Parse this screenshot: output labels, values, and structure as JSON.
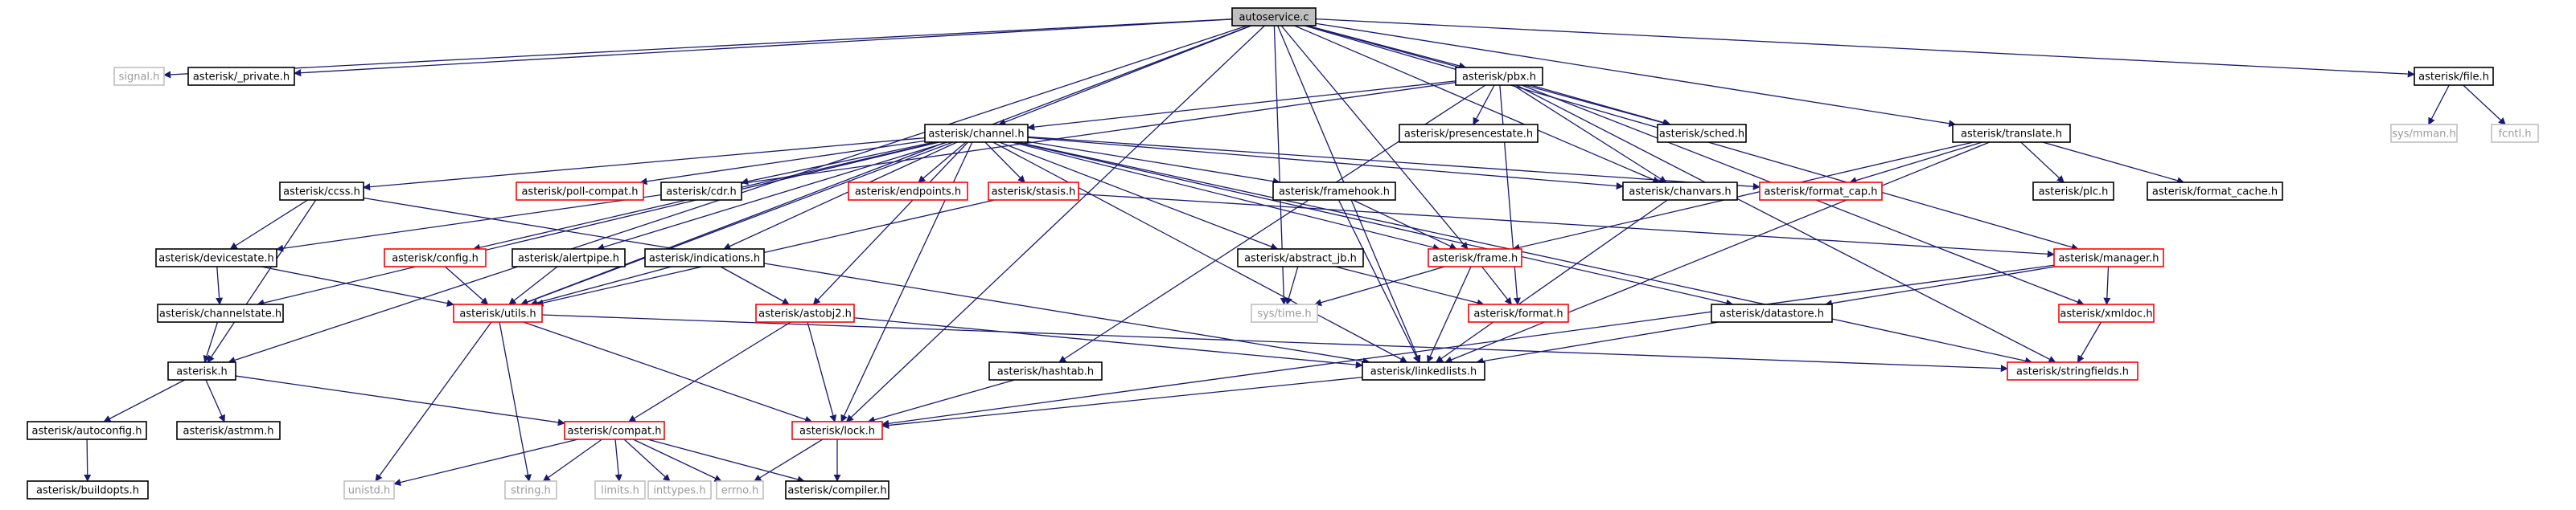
{
  "graph_title": "autoservice.c",
  "colors": {
    "root_fill": "#bfbfbf",
    "documented": "#000000",
    "missing_doc": "#ff0000",
    "system_header": "#bfbfbf",
    "edge": "#191970"
  },
  "nodes": {
    "autoservice_c": {
      "label": "autoservice.c",
      "kind": "root"
    },
    "signal_h": {
      "label": "signal.h",
      "kind": "system"
    },
    "ast_private": {
      "label": "asterisk/_private.h",
      "kind": "normal"
    },
    "pbx": {
      "label": "asterisk/pbx.h",
      "kind": "normal"
    },
    "file": {
      "label": "asterisk/file.h",
      "kind": "normal"
    },
    "channel": {
      "label": "asterisk/channel.h",
      "kind": "normal"
    },
    "presencestate": {
      "label": "asterisk/presencestate.h",
      "kind": "normal"
    },
    "sched": {
      "label": "asterisk/sched.h",
      "kind": "normal"
    },
    "translate": {
      "label": "asterisk/translate.h",
      "kind": "normal"
    },
    "sys_mman": {
      "label": "sys/mman.h",
      "kind": "system"
    },
    "fcntl": {
      "label": "fcntl.h",
      "kind": "system"
    },
    "ccss": {
      "label": "asterisk/ccss.h",
      "kind": "normal"
    },
    "poll_compat": {
      "label": "asterisk/poll-compat.h",
      "kind": "missing"
    },
    "cdr": {
      "label": "asterisk/cdr.h",
      "kind": "normal"
    },
    "endpoints": {
      "label": "asterisk/endpoints.h",
      "kind": "missing"
    },
    "stasis": {
      "label": "asterisk/stasis.h",
      "kind": "missing"
    },
    "framehook": {
      "label": "asterisk/framehook.h",
      "kind": "normal"
    },
    "chanvars": {
      "label": "asterisk/chanvars.h",
      "kind": "normal"
    },
    "format_cap": {
      "label": "asterisk/format_cap.h",
      "kind": "missing"
    },
    "plc": {
      "label": "asterisk/plc.h",
      "kind": "normal"
    },
    "format_cache": {
      "label": "asterisk/format_cache.h",
      "kind": "normal"
    },
    "devicestate": {
      "label": "asterisk/devicestate.h",
      "kind": "normal"
    },
    "config": {
      "label": "asterisk/config.h",
      "kind": "missing"
    },
    "alertpipe": {
      "label": "asterisk/alertpipe.h",
      "kind": "normal"
    },
    "indications": {
      "label": "asterisk/indications.h",
      "kind": "normal"
    },
    "abstract_jb": {
      "label": "asterisk/abstract_jb.h",
      "kind": "normal"
    },
    "frame": {
      "label": "asterisk/frame.h",
      "kind": "missing"
    },
    "manager": {
      "label": "asterisk/manager.h",
      "kind": "missing"
    },
    "channelstate": {
      "label": "asterisk/channelstate.h",
      "kind": "normal"
    },
    "utils": {
      "label": "asterisk/utils.h",
      "kind": "missing"
    },
    "astobj2": {
      "label": "asterisk/astobj2.h",
      "kind": "missing"
    },
    "sys_time": {
      "label": "sys/time.h",
      "kind": "system"
    },
    "format": {
      "label": "asterisk/format.h",
      "kind": "missing"
    },
    "datastore": {
      "label": "asterisk/datastore.h",
      "kind": "normal"
    },
    "xmldoc": {
      "label": "asterisk/xmldoc.h",
      "kind": "missing"
    },
    "asterisk_h": {
      "label": "asterisk.h",
      "kind": "normal"
    },
    "hashtab": {
      "label": "asterisk/hashtab.h",
      "kind": "normal"
    },
    "linkedlists": {
      "label": "asterisk/linkedlists.h",
      "kind": "normal"
    },
    "stringfields": {
      "label": "asterisk/stringfields.h",
      "kind": "missing"
    },
    "autoconfig": {
      "label": "asterisk/autoconfig.h",
      "kind": "normal"
    },
    "astmm": {
      "label": "asterisk/astmm.h",
      "kind": "normal"
    },
    "compat": {
      "label": "asterisk/compat.h",
      "kind": "missing"
    },
    "lock": {
      "label": "asterisk/lock.h",
      "kind": "missing"
    },
    "buildopts": {
      "label": "asterisk/buildopts.h",
      "kind": "normal"
    },
    "unistd": {
      "label": "unistd.h",
      "kind": "system"
    },
    "string_h": {
      "label": "string.h",
      "kind": "system"
    },
    "limits_h": {
      "label": "limits.h",
      "kind": "system"
    },
    "inttypes_h": {
      "label": "inttypes.h",
      "kind": "system"
    },
    "errno_h": {
      "label": "errno.h",
      "kind": "system"
    },
    "compiler": {
      "label": "asterisk/compiler.h",
      "kind": "normal"
    }
  },
  "edges": [
    [
      "autoservice_c",
      "signal_h"
    ],
    [
      "autoservice_c",
      "ast_private"
    ],
    [
      "autoservice_c",
      "pbx"
    ],
    [
      "autoservice_c",
      "file"
    ],
    [
      "autoservice_c",
      "channel"
    ],
    [
      "autoservice_c",
      "sched"
    ],
    [
      "autoservice_c",
      "chanvars"
    ],
    [
      "autoservice_c",
      "translate"
    ],
    [
      "autoservice_c",
      "frame"
    ],
    [
      "autoservice_c",
      "manager"
    ],
    [
      "autoservice_c",
      "utils"
    ],
    [
      "autoservice_c",
      "asterisk_h"
    ],
    [
      "autoservice_c",
      "sys_time"
    ],
    [
      "autoservice_c",
      "linkedlists"
    ],
    [
      "autoservice_c",
      "lock"
    ],
    [
      "pbx",
      "channel"
    ],
    [
      "pbx",
      "presencestate"
    ],
    [
      "pbx",
      "sched"
    ],
    [
      "pbx",
      "chanvars"
    ],
    [
      "pbx",
      "devicestate"
    ],
    [
      "pbx",
      "hashtab"
    ],
    [
      "pbx",
      "stringfields"
    ],
    [
      "pbx",
      "xmldoc"
    ],
    [
      "pbx",
      "format"
    ],
    [
      "file",
      "sys_mman"
    ],
    [
      "file",
      "fcntl"
    ],
    [
      "translate",
      "plc"
    ],
    [
      "translate",
      "format_cache"
    ],
    [
      "translate",
      "format_cap"
    ],
    [
      "translate",
      "frame"
    ],
    [
      "translate",
      "linkedlists"
    ],
    [
      "channel",
      "ccss"
    ],
    [
      "channel",
      "poll_compat"
    ],
    [
      "channel",
      "cdr"
    ],
    [
      "channel",
      "endpoints"
    ],
    [
      "channel",
      "stasis"
    ],
    [
      "channel",
      "framehook"
    ],
    [
      "channel",
      "chanvars"
    ],
    [
      "channel",
      "format_cap"
    ],
    [
      "channel",
      "config"
    ],
    [
      "channel",
      "alertpipe"
    ],
    [
      "channel",
      "indications"
    ],
    [
      "channel",
      "abstract_jb"
    ],
    [
      "channel",
      "frame"
    ],
    [
      "channel",
      "astobj2"
    ],
    [
      "channel",
      "utils"
    ],
    [
      "channel",
      "datastore"
    ],
    [
      "channel",
      "channelstate"
    ],
    [
      "channel",
      "linkedlists"
    ],
    [
      "channel",
      "lock"
    ],
    [
      "channel",
      "stringfields"
    ],
    [
      "ccss",
      "devicestate"
    ],
    [
      "ccss",
      "asterisk_h"
    ],
    [
      "ccss",
      "linkedlists"
    ],
    [
      "devicestate",
      "channelstate"
    ],
    [
      "devicestate",
      "utils"
    ],
    [
      "channelstate",
      "asterisk_h"
    ],
    [
      "config",
      "utils"
    ],
    [
      "alertpipe",
      "utils"
    ],
    [
      "indications",
      "utils"
    ],
    [
      "indications",
      "astobj2"
    ],
    [
      "stasis",
      "utils"
    ],
    [
      "stasis",
      "manager"
    ],
    [
      "framehook",
      "frame"
    ],
    [
      "framehook",
      "linkedlists"
    ],
    [
      "abstract_jb",
      "sys_time"
    ],
    [
      "abstract_jb",
      "format"
    ],
    [
      "frame",
      "sys_time"
    ],
    [
      "frame",
      "format"
    ],
    [
      "frame",
      "linkedlists"
    ],
    [
      "chanvars",
      "linkedlists"
    ],
    [
      "manager",
      "datastore"
    ],
    [
      "manager",
      "xmldoc"
    ],
    [
      "manager",
      "lock"
    ],
    [
      "datastore",
      "linkedlists"
    ],
    [
      "xmldoc",
      "stringfields"
    ],
    [
      "utils",
      "unistd"
    ],
    [
      "utils",
      "string_h"
    ],
    [
      "utils",
      "lock"
    ],
    [
      "utils",
      "stringfields"
    ],
    [
      "astobj2",
      "compat"
    ],
    [
      "astobj2",
      "lock"
    ],
    [
      "astobj2",
      "linkedlists"
    ],
    [
      "asterisk_h",
      "autoconfig"
    ],
    [
      "asterisk_h",
      "astmm"
    ],
    [
      "asterisk_h",
      "compat"
    ],
    [
      "autoconfig",
      "buildopts"
    ],
    [
      "hashtab",
      "lock"
    ],
    [
      "linkedlists",
      "lock"
    ],
    [
      "lock",
      "errno_h"
    ],
    [
      "lock",
      "compiler"
    ],
    [
      "compat",
      "unistd"
    ],
    [
      "compat",
      "string_h"
    ],
    [
      "compat",
      "limits_h"
    ],
    [
      "compat",
      "inttypes_h"
    ],
    [
      "compat",
      "errno_h"
    ],
    [
      "compat",
      "compiler"
    ]
  ]
}
